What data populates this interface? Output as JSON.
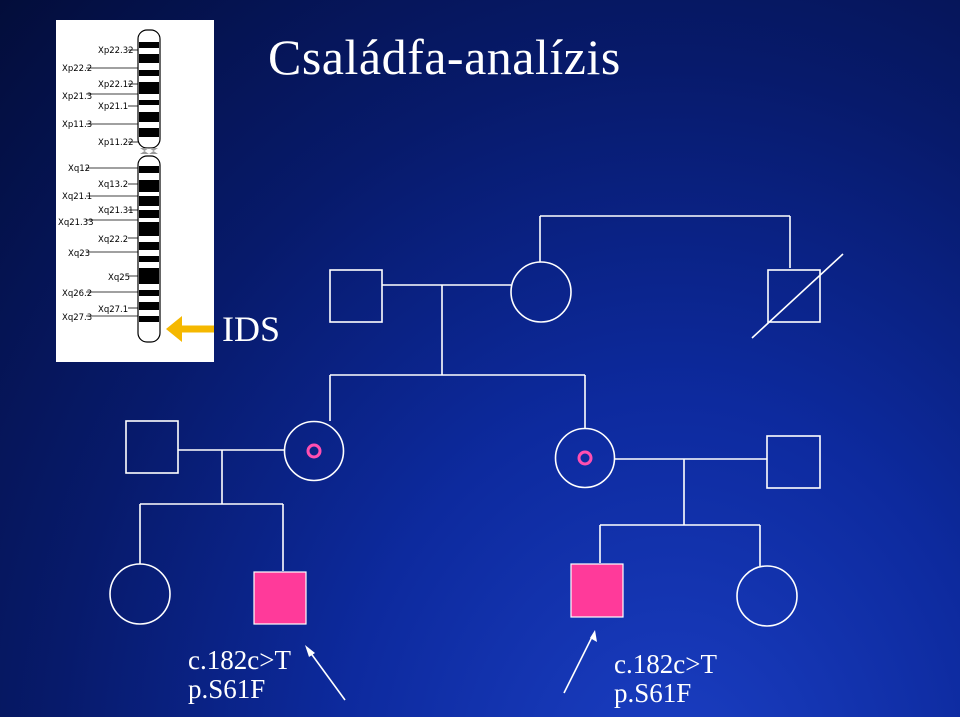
{
  "title": "Családfa-analízis",
  "ids_label": "IDS",
  "mutation_left": {
    "cdna": "c.182c>T",
    "protein": "p.S61F"
  },
  "mutation_right": {
    "cdna": "c.182c>T",
    "protein": "p.S61F"
  },
  "ideogram": {
    "p_arm_bands": [
      "Xp22.32",
      "Xp22.2",
      "Xp22.12",
      "Xp21.3",
      "Xp21.1",
      "Xp11.3",
      "Xp11.22"
    ],
    "q_arm_bands": [
      "Xq12",
      "Xq13.2",
      "Xq21.1",
      "Xq21.31",
      "Xq21.33",
      "Xq22.2",
      "Xq23",
      "Xq25",
      "Xq26.2",
      "Xq27.1",
      "Xq27.3"
    ]
  },
  "colors": {
    "affected_fill": "#ff3a9a",
    "carrier_dot": "#ff4fb0",
    "line": "#ffffff",
    "arrow": "#f5b800"
  }
}
